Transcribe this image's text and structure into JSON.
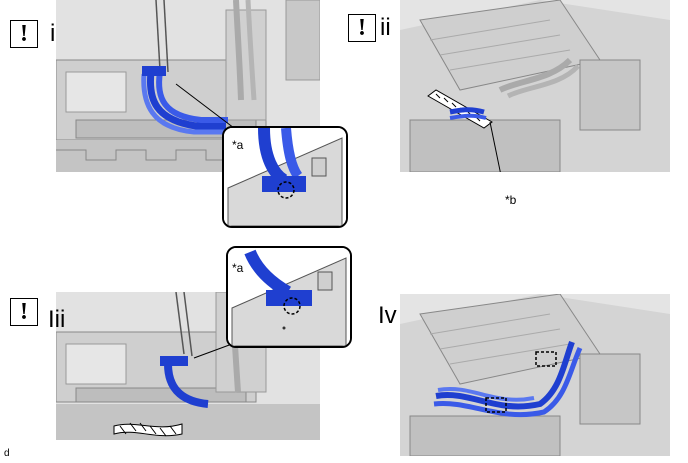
{
  "panels": [
    {
      "label": "i"
    },
    {
      "label": "ii"
    },
    {
      "label": "Iii"
    },
    {
      "label": "Iv"
    }
  ],
  "warning_glyph": "!",
  "callouts": {
    "a": "*a",
    "b": "*b"
  },
  "footer_code": "d",
  "colors": {
    "harness": "#1f3fd0",
    "harness_light": "#5a78f0",
    "housing": "#d8d8d8",
    "outline": "#000000"
  }
}
